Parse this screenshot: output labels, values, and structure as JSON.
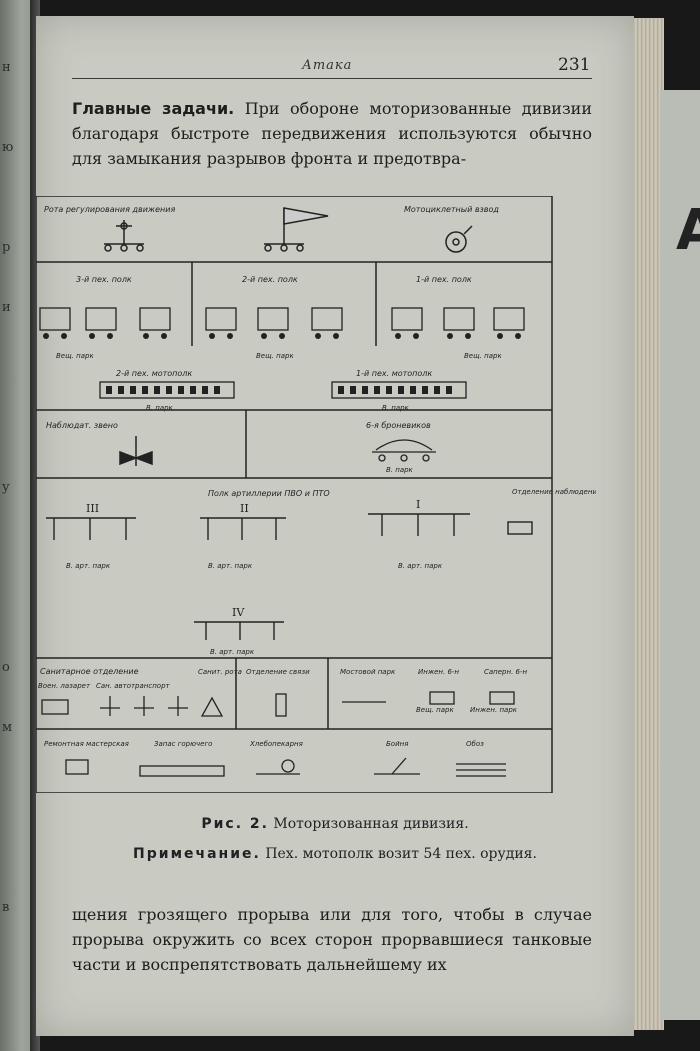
{
  "page": {
    "running_title": "Атака",
    "page_number": "231",
    "top_text": {
      "bold": "Главные задачи.",
      "rest": " При обороне моторизованные дивизии благодаря быстроте передвижения используются обычно для замыкания разрывов фронта и предотвра-"
    },
    "figure": {
      "caption_label": "Рис. 2.",
      "caption_text": "Моторизованная дивизия.",
      "note_label": "Примечание.",
      "note_text": "Пех. мотополк возит 54 пех. орудия."
    },
    "bottom_text": "щения грозящего прорыва или для того, чтобы в случае прорыва окружить со всех сторон прорвавшиеся танковые части и воспрепятствовать дальнейшему их"
  },
  "diagram_labels": {
    "traffic_co": "Рота регулирования движения",
    "moto_platoon": "Мотоциклетный взвод",
    "inf3": "3-й пех. полк",
    "inf2": "2-й пех. полк",
    "inf1": "1-й пех. полк",
    "pack_left": "Вещ. парк",
    "pack_mid": "Вещ. парк",
    "pack_right": "Вещ. парк",
    "motor2": "2-й пех. мотополк",
    "motor1": "1-й пех. мотополк",
    "park_a": "В. парк",
    "park_b": "В. парк",
    "observ": "Наблюдат. звено",
    "armored": "6-я броневиков",
    "armored_park": "В. парк",
    "artillery": "Полк артиллерии ПВО и ПТО",
    "art_obs": "Отделение наблюдения",
    "div3": "III",
    "div2": "II",
    "div1": "I",
    "div4": "IV",
    "artpark3": "В. арт. парк",
    "artpark2": "В. арт. парк",
    "artpark1": "В. арт. парк",
    "artpark4": "В. арт. парк",
    "sanitary": "Санитарное отделение",
    "sanitary_co": "Санит. рота",
    "field_hospital": "Воен. лазарет",
    "transport": "Сан. автотранспорт",
    "comms": "Отделение связи",
    "bridge": "Мостовой парк",
    "eng": "Инжен. 6-н",
    "sappers": "Саперн. 6-н",
    "eng_park": "Вещ. парк",
    "eng_park2": "Инжен. парк",
    "workshop": "Ремонтная мастерская",
    "fuel": "Запас горючего",
    "bakery": "Хлебопекарня",
    "bath": "Бойня",
    "convoy": "Обоз"
  }
}
